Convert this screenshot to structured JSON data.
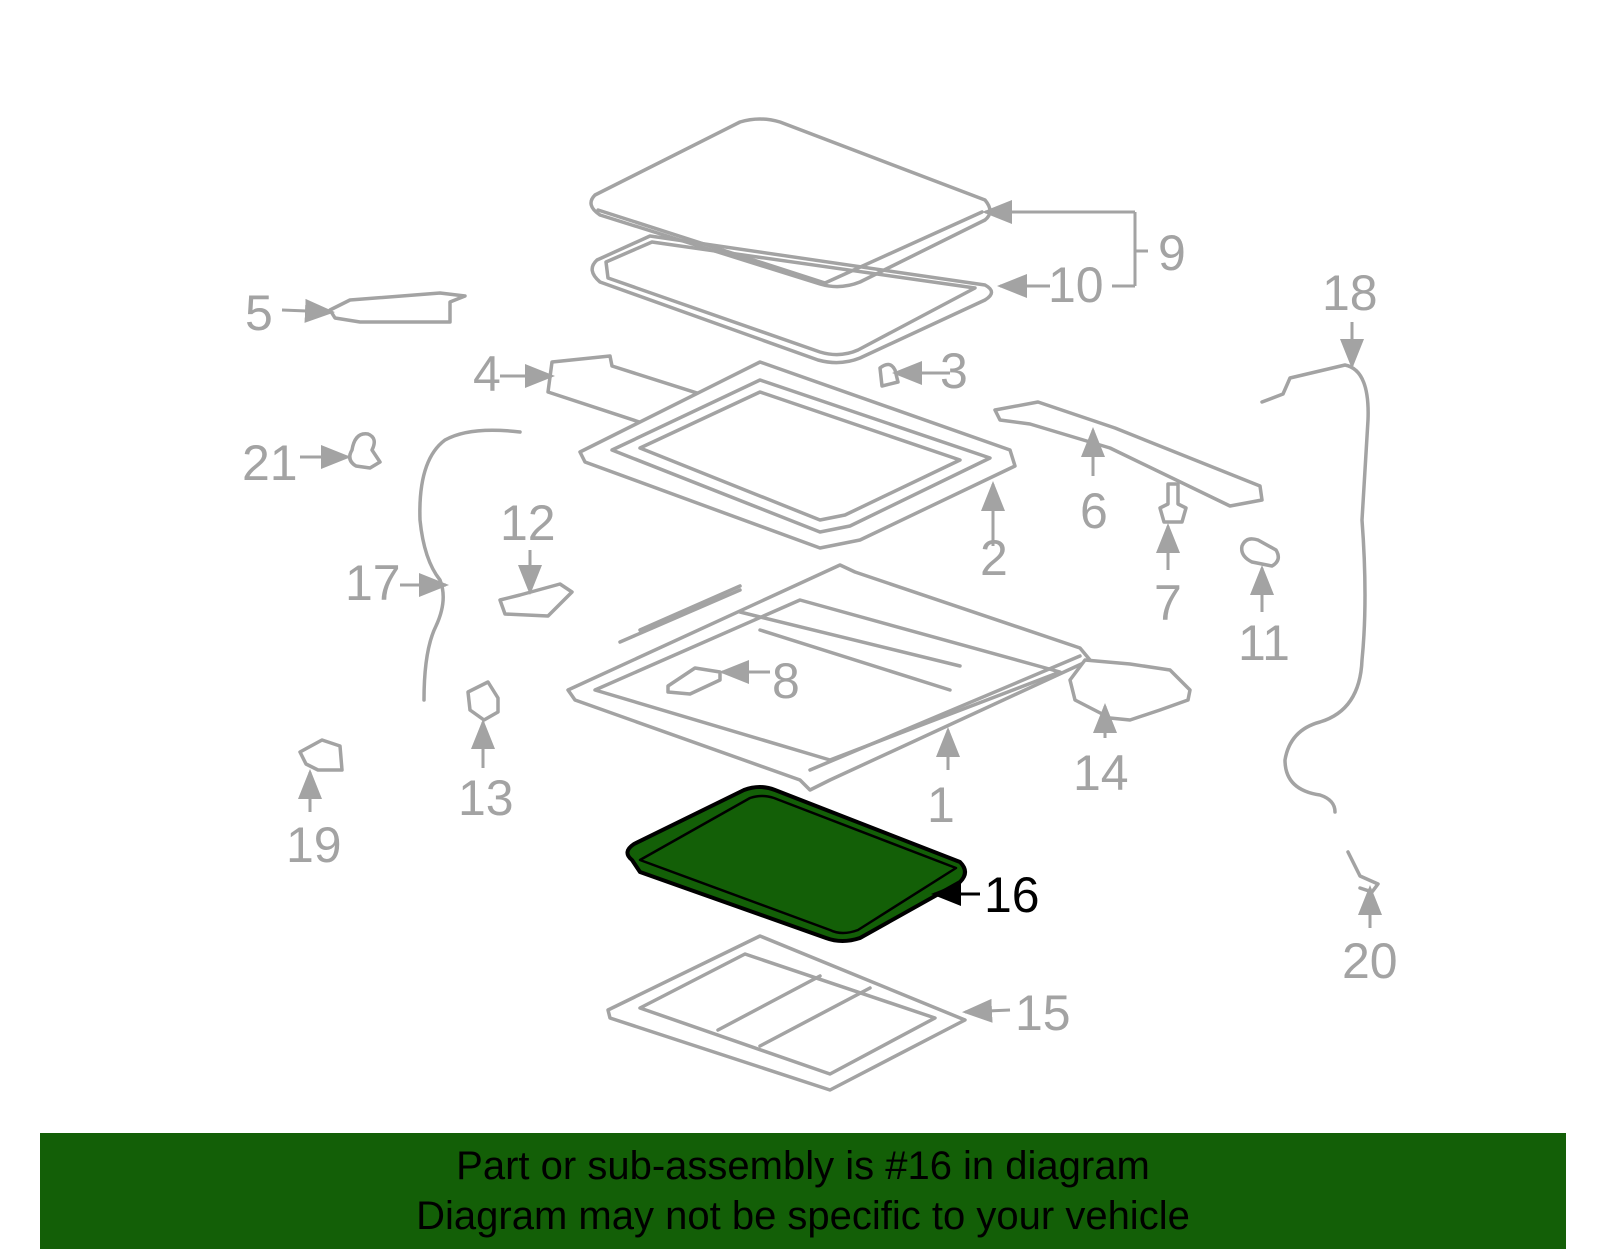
{
  "callouts": {
    "c1": "1",
    "c2": "2",
    "c3": "3",
    "c4": "4",
    "c5": "5",
    "c6": "6",
    "c7": "7",
    "c8": "8",
    "c9": "9",
    "c10": "10",
    "c11": "11",
    "c12": "12",
    "c13": "13",
    "c14": "14",
    "c15": "15",
    "c16": "16",
    "c17": "17",
    "c18": "18",
    "c19": "19",
    "c20": "20",
    "c21": "21"
  },
  "highlight": {
    "part": "16",
    "color": "#135f07"
  },
  "banner": {
    "line1": "Part or sub-assembly is #16 in diagram",
    "line2": "Diagram may not be specific to your vehicle",
    "color": "#135f07"
  },
  "colors": {
    "line": "#a3a3a3",
    "active": "#000000"
  }
}
